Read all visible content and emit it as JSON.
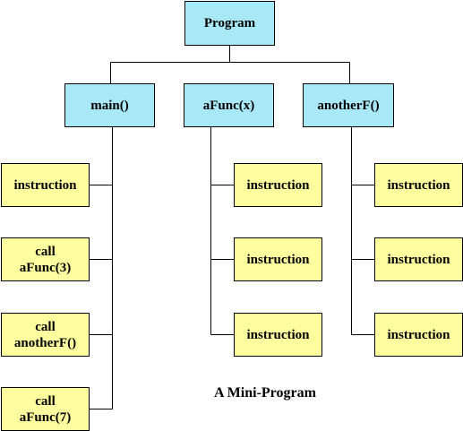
{
  "root": {
    "label": "Program"
  },
  "functions": [
    {
      "label": "main()",
      "children": [
        "instruction",
        "call\naFunc(3)",
        "call\nanotherF()",
        "call\naFunc(7)"
      ]
    },
    {
      "label": "aFunc(x)",
      "children": [
        "instruction",
        "instruction",
        "instruction"
      ]
    },
    {
      "label": "anotherF()",
      "children": [
        "instruction",
        "instruction",
        "instruction"
      ]
    }
  ],
  "caption": "A Mini-Program",
  "colors": {
    "function_fill": "#a9e8f7",
    "instruction_fill": "#ffff9f",
    "line": "#000000"
  }
}
